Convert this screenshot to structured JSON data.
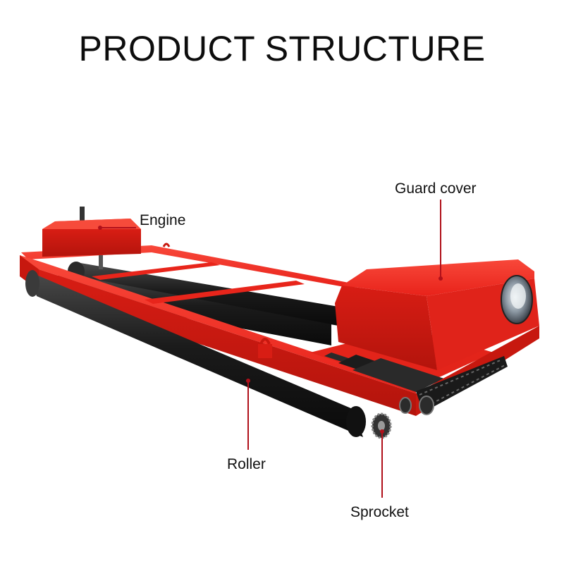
{
  "title": "PRODUCT STRUCTURE",
  "labels": {
    "engine": "Engine",
    "guard_cover": "Guard cover",
    "roller": "Roller",
    "sprocket": "Sprocket"
  },
  "colors": {
    "frame_red": "#ee2a1f",
    "frame_dark_red": "#b8160e",
    "roller_black": "#1b1b1b",
    "leader_line": "#b0101a"
  }
}
